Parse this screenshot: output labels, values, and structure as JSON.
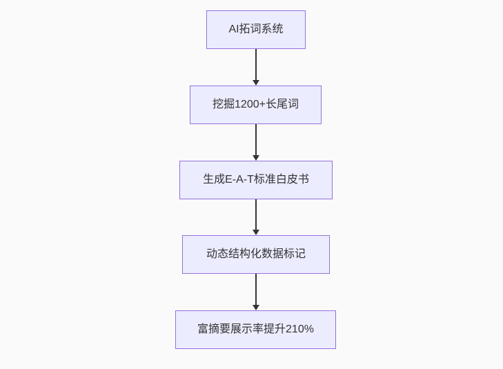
{
  "diagram": {
    "type": "flowchart",
    "direction": "top-down",
    "nodes": [
      {
        "id": "node-1",
        "label": "AI拓词系统"
      },
      {
        "id": "node-2",
        "label": "挖掘1200+长尾词"
      },
      {
        "id": "node-3",
        "label": "生成E-A-T标准白皮书"
      },
      {
        "id": "node-4",
        "label": "动态结构化数据标记"
      },
      {
        "id": "node-5",
        "label": "富摘要展示率提升210%"
      }
    ],
    "edges": [
      {
        "from": "node-1",
        "to": "node-2",
        "style": "arrow-down"
      },
      {
        "from": "node-2",
        "to": "node-3",
        "style": "arrow-down"
      },
      {
        "from": "node-3",
        "to": "node-4",
        "style": "arrow-down"
      },
      {
        "from": "node-4",
        "to": "node-5",
        "style": "arrow-down"
      }
    ],
    "colors": {
      "background": "#fafafa",
      "node_fill": "#ECECFF",
      "node_border": "#9370DB",
      "arrow": "#333333",
      "text": "#333333"
    }
  }
}
